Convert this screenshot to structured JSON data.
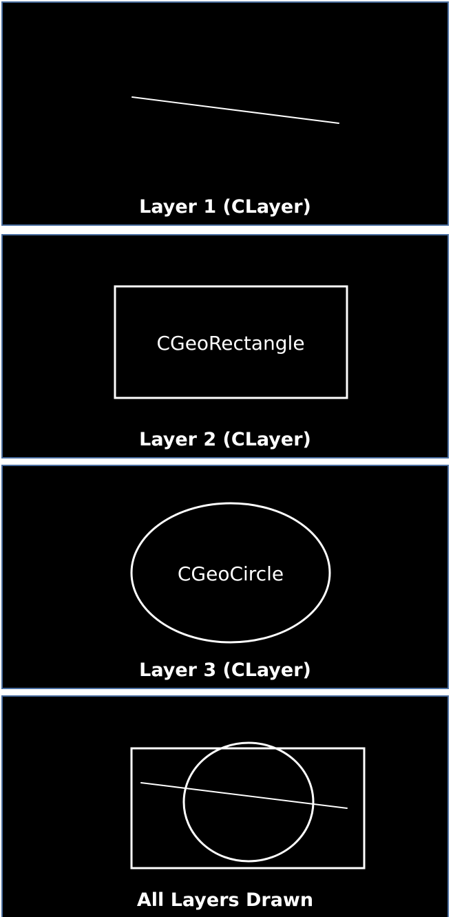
{
  "panels": [
    {
      "caption": "Layer 1 (CLayer)"
    },
    {
      "caption": "Layer 2 (CLayer)",
      "shape_label": "CGeoRectangle"
    },
    {
      "caption": "Layer 3 (CLayer)",
      "shape_label": "CGeoCircle"
    },
    {
      "caption": "All Layers Drawn"
    }
  ],
  "colors": {
    "background": "#000000",
    "stroke": "#ffffff",
    "panel_border": "#4a6ea0"
  }
}
